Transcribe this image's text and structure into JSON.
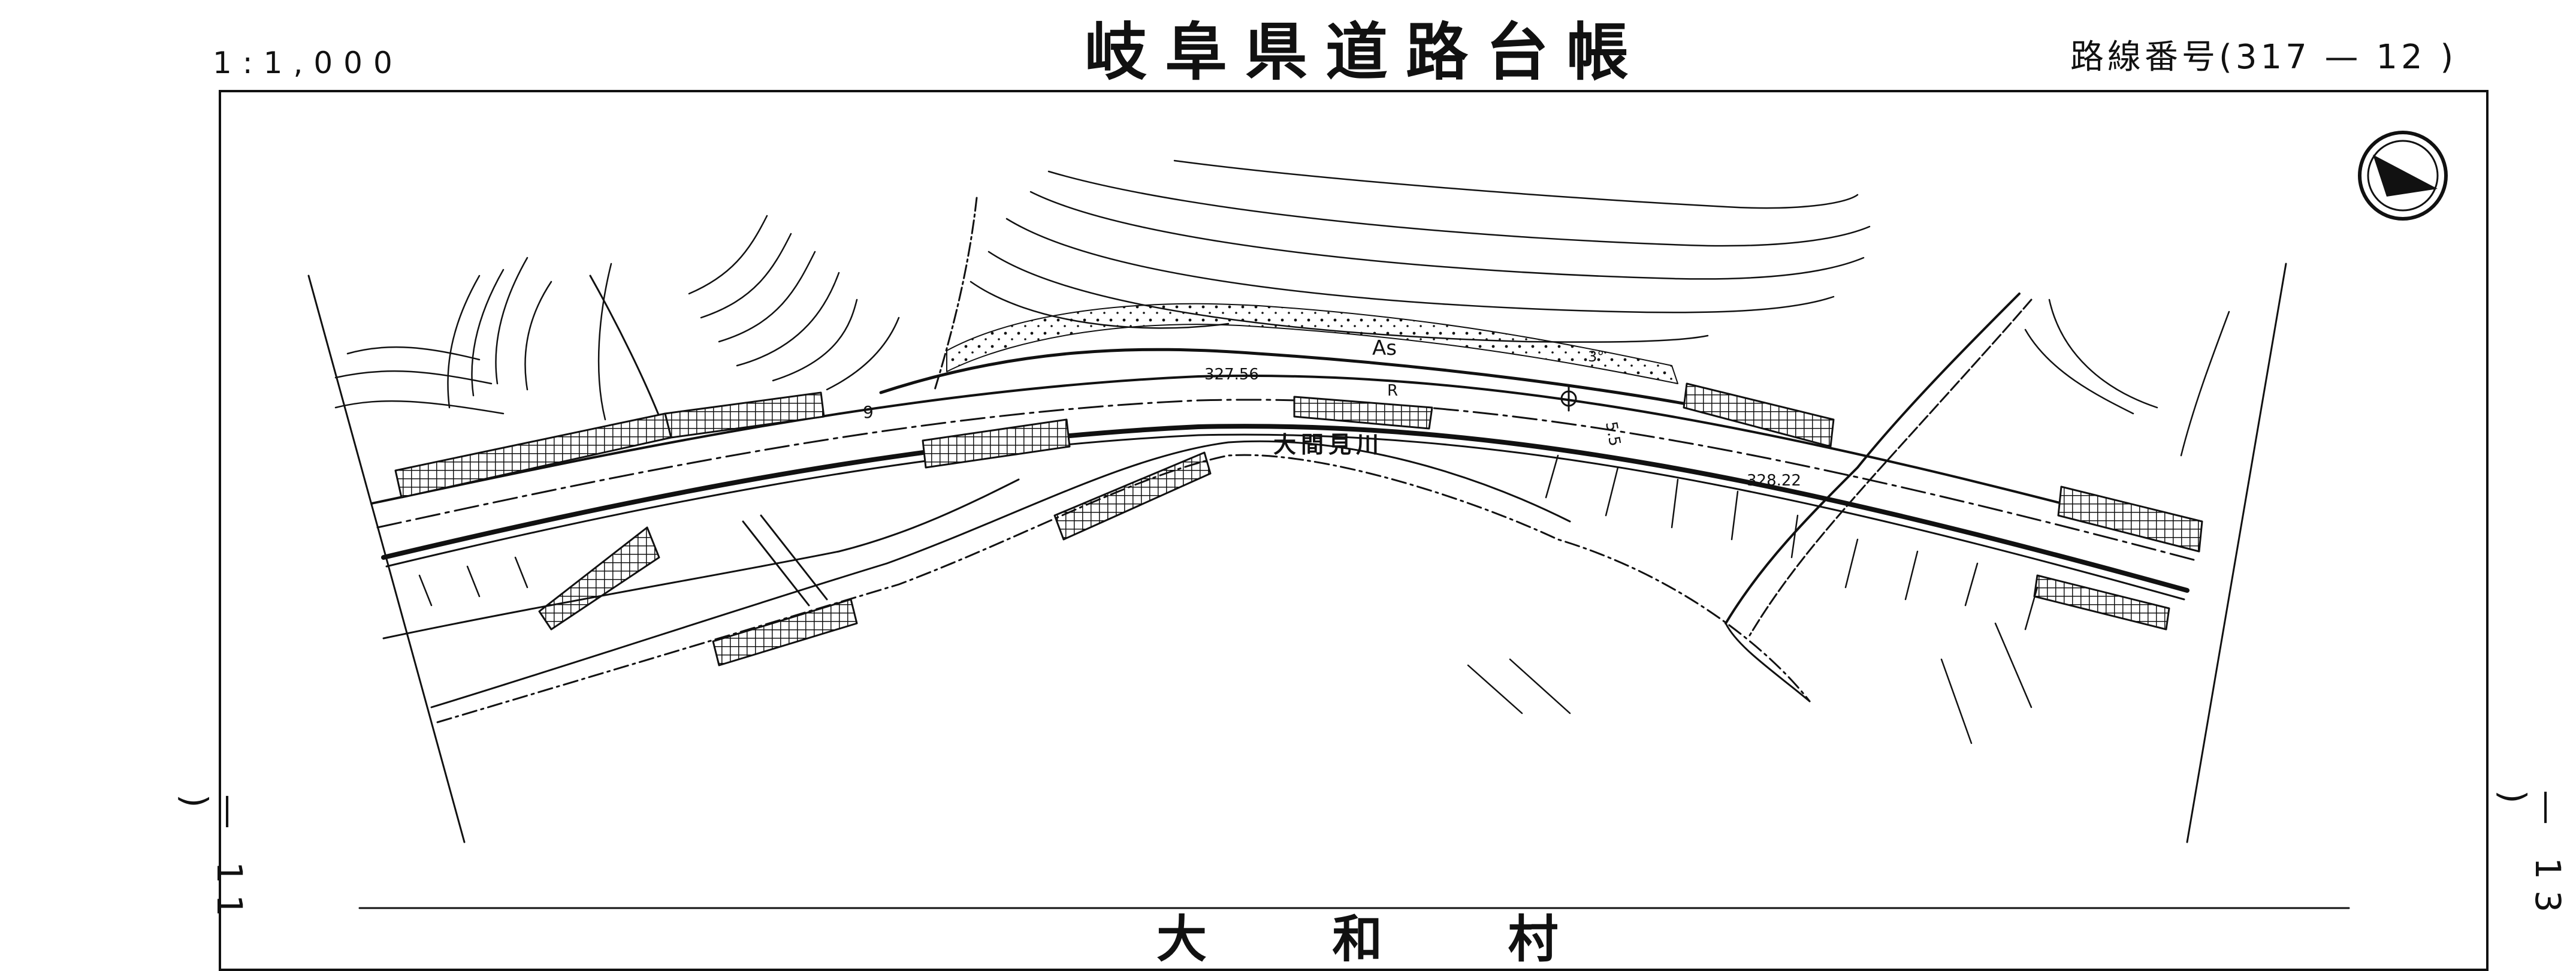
{
  "header": {
    "scale": "1:1,000",
    "title": "岐阜県道路台帳",
    "route_label": "路線番号(317 — 12 )"
  },
  "margins": {
    "left_ref": "— 11 )",
    "right_ref": "— 13 )"
  },
  "map": {
    "river_label": "大間見川",
    "surface_label": "As",
    "station_left": "327.56",
    "station_right": "328.22",
    "width_label": "9",
    "curve_label": "R",
    "slope_label": "5.5",
    "angle_label": "3°",
    "municipality": "大 和 村",
    "north_arrow_icon": "north-arrow-icon"
  },
  "colors": {
    "ink": "#111111",
    "paper": "#ffffff"
  }
}
